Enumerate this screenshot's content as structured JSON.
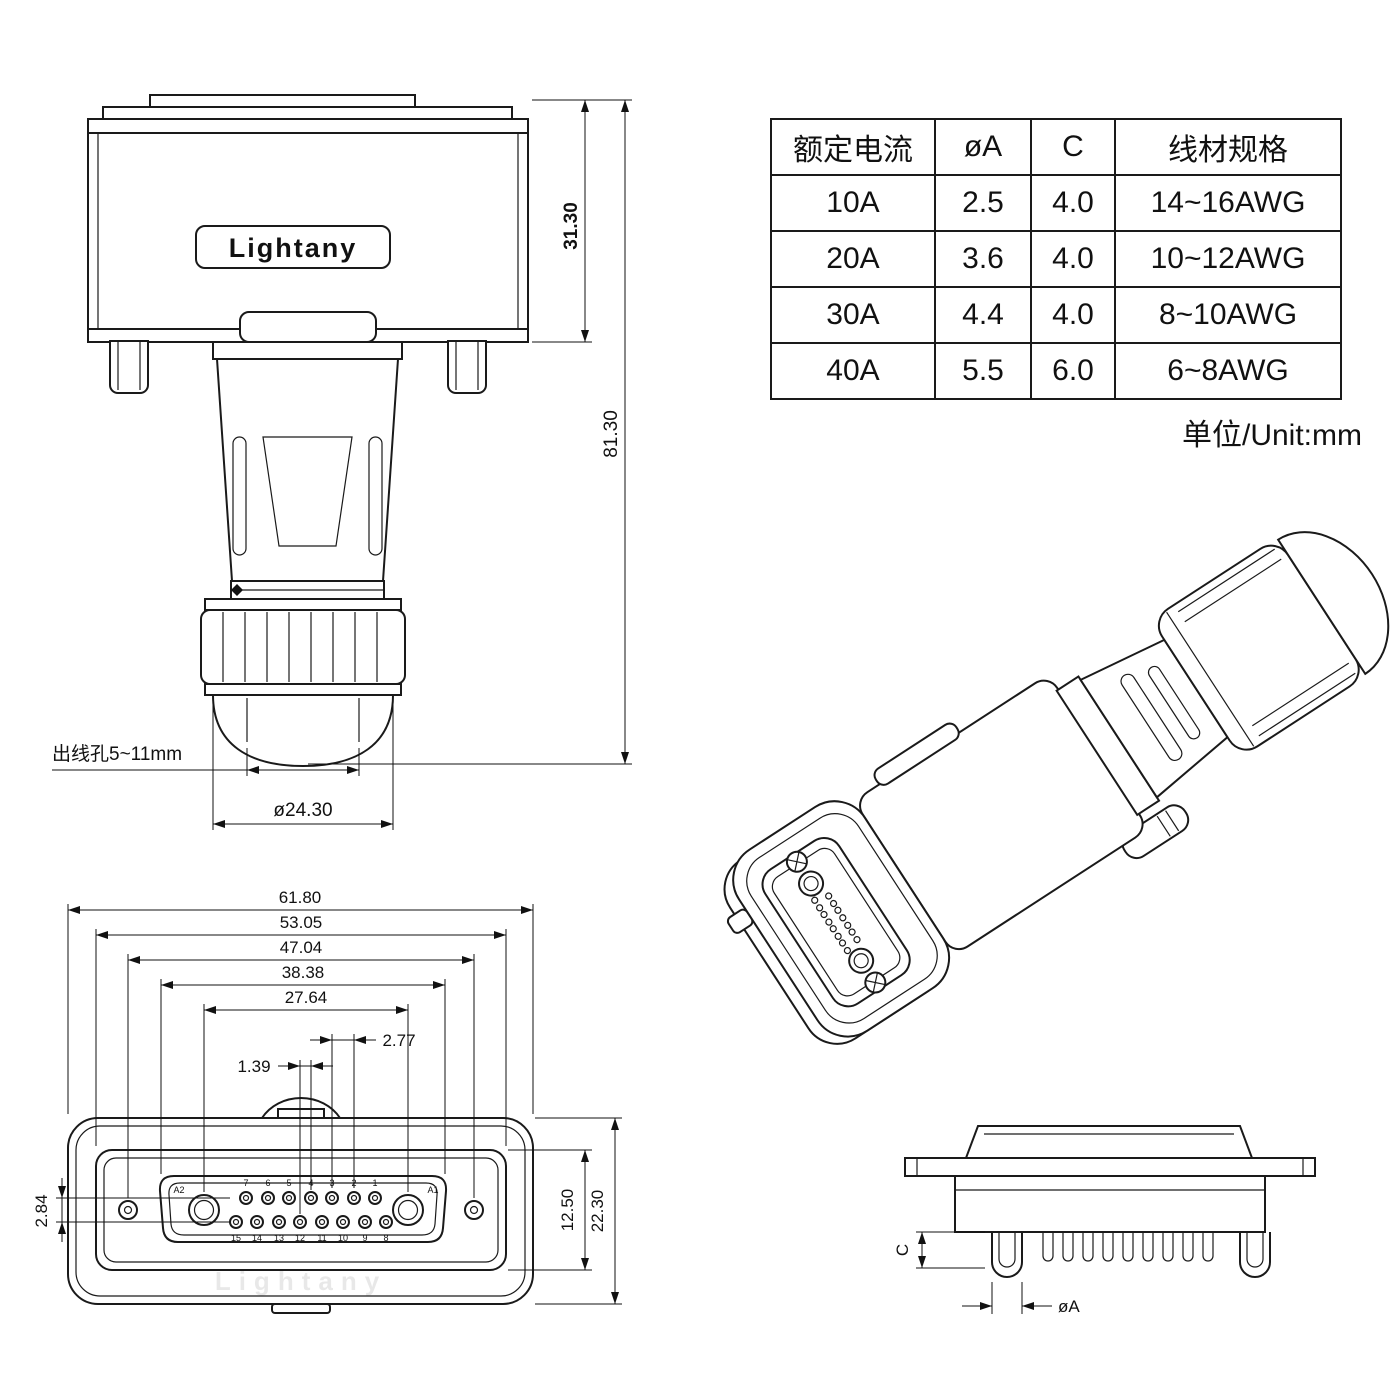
{
  "brand": {
    "logo": "Lightany",
    "watermark": "Lightany"
  },
  "table": {
    "headers": [
      "额定电流",
      "øA",
      "C",
      "线材规格"
    ],
    "rows": [
      {
        "current": "10A",
        "phi_a": "2.5",
        "c": "4.0",
        "wire": "14~16AWG"
      },
      {
        "current": "20A",
        "phi_a": "3.6",
        "c": "4.0",
        "wire": "10~12AWG"
      },
      {
        "current": "30A",
        "phi_a": "4.4",
        "c": "4.0",
        "wire": "8~10AWG"
      },
      {
        "current": "40A",
        "phi_a": "5.5",
        "c": "6.0",
        "wire": "6~8AWG"
      }
    ],
    "unit_note": "单位/Unit:mm"
  },
  "side_view": {
    "dim_hood_height": "31.30",
    "dim_overall_height": "81.30",
    "cable_hole_label": "出线孔5~11mm",
    "dim_gland_diameter": "ø24.30"
  },
  "front_view": {
    "dim_overall_width": "61.80",
    "dim_flange_width": "53.05",
    "dim_screw_spacing": "47.04",
    "dim_opening_width": "38.38",
    "dim_power_pin_spacing": "27.64",
    "dim_pin_pitch": "2.77",
    "dim_row_offset": "1.39",
    "dim_row_spacing": "2.84",
    "dim_flange_height": "12.50",
    "dim_overall_height": "22.30",
    "power_pin_left": "A2",
    "power_pin_right": "A1",
    "pin_labels_top": [
      "7",
      "6",
      "5",
      "4",
      "3",
      "2",
      "1"
    ],
    "pin_labels_bottom": [
      "15",
      "14",
      "13",
      "12",
      "11",
      "10",
      "9",
      "8"
    ]
  },
  "section_view": {
    "dim_pin_length": "C",
    "dim_pin_diameter": "øA"
  }
}
